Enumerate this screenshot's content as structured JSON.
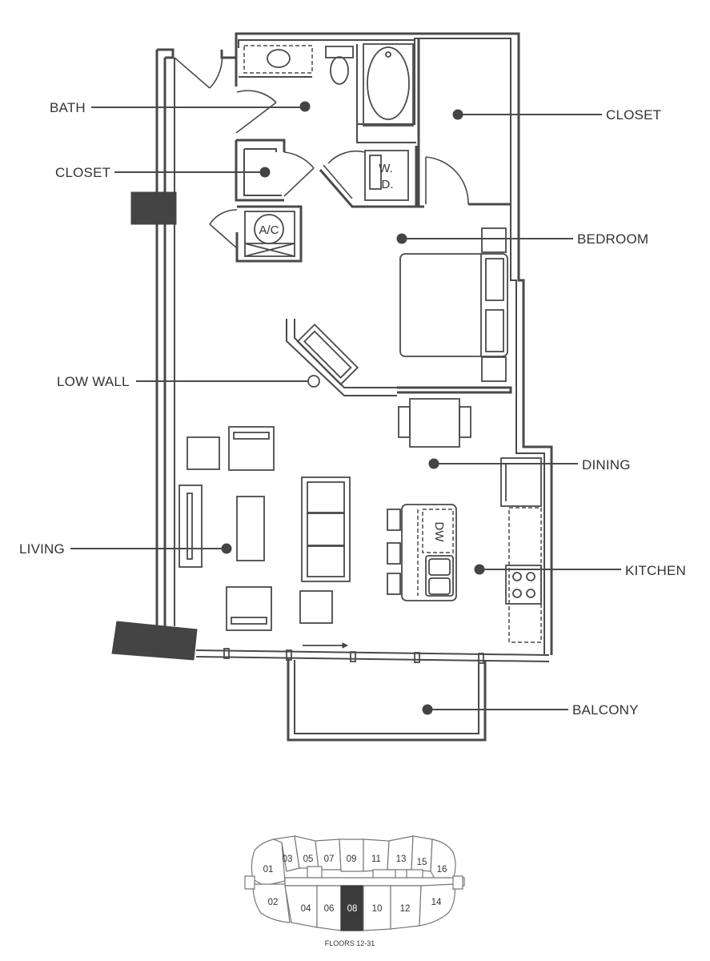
{
  "rooms": {
    "bath": "BATH",
    "closet_right": "CLOSET",
    "closet_left": "CLOSET",
    "bedroom": "BEDROOM",
    "low_wall": "LOW WALL",
    "dining": "DINING",
    "living": "LIVING",
    "kitchen": "KITCHEN",
    "balcony": "BALCONY"
  },
  "fixtures": {
    "washer_dryer_w": "W.",
    "washer_dryer_d": "D.",
    "ac": "A/C",
    "dishwasher": "DW"
  },
  "key_plan": {
    "caption": "FLOORS 12-31",
    "selected_unit": "08",
    "units_top": [
      "01",
      "03",
      "05",
      "07",
      "09",
      "11",
      "13",
      "15",
      "16"
    ],
    "units_bottom": [
      "02",
      "04",
      "06",
      "08",
      "10",
      "12",
      "14"
    ]
  },
  "colors": {
    "line": "#4a4a4a",
    "fill_dark": "#444444",
    "text": "#333333"
  }
}
